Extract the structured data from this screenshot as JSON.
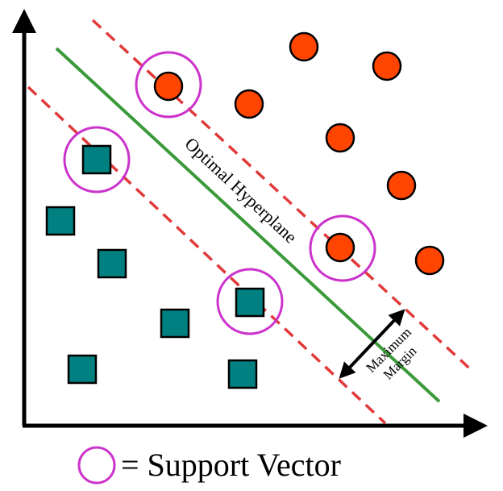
{
  "labels": {
    "hyperplane": "Optimal Hyperplane",
    "margin_line1": "Maximum",
    "margin_line2": "Margin",
    "legend": "= Support Vector"
  },
  "colors": {
    "class_a": "#ff4500",
    "class_b": "#008080",
    "hyperplane": "#3a9a3a",
    "margin": "#e03a3a",
    "support_ring": "#cc33cc",
    "axis": "#000000"
  },
  "icons": {
    "class_a_marker": "circle",
    "class_b_marker": "square",
    "support_vector_marker": "ring"
  }
}
